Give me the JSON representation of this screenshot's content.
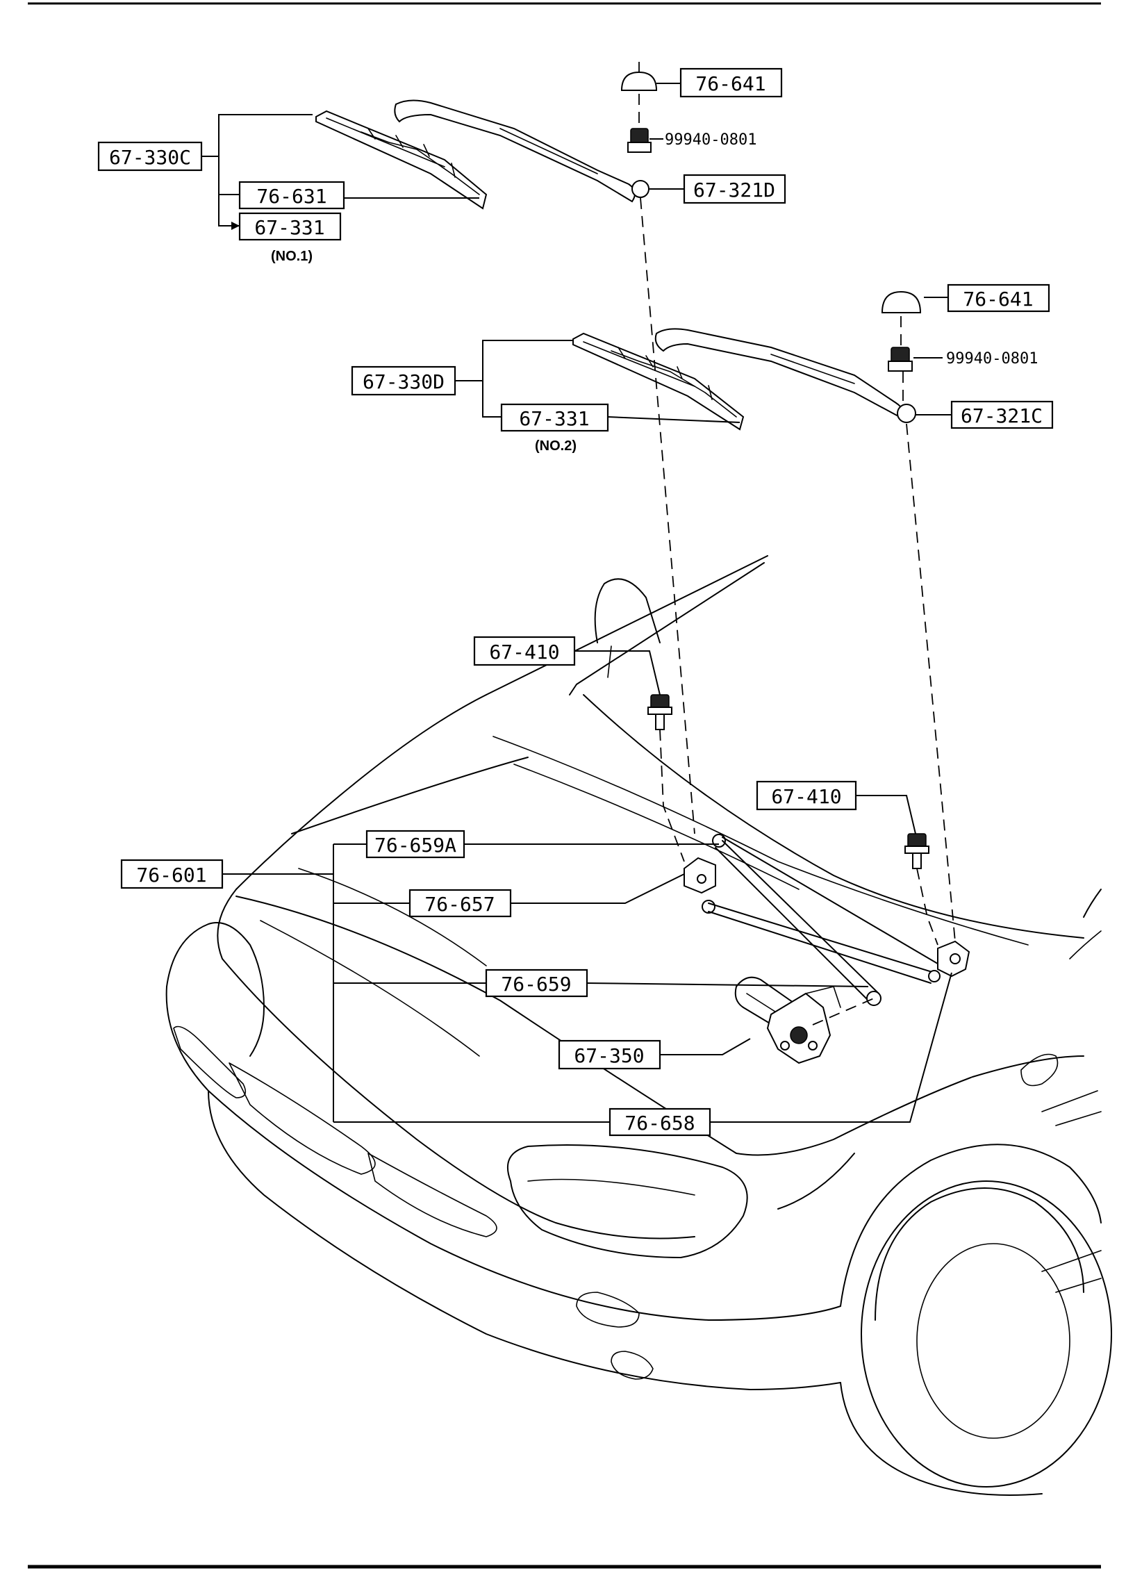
{
  "labels": {
    "cap_1": "76-641",
    "nut_1": "99940-0801",
    "arm_1": "67-321D",
    "blade_set_1": "67-330C",
    "blade_1": "76-631",
    "rubber_1": "67-331",
    "note_1": "(NO.1)",
    "cap_2": "76-641",
    "nut_2": "99940-0801",
    "arm_2": "67-321C",
    "blade_set_2": "67-330D",
    "rubber_2": "67-331",
    "note_2": "(NO.2)",
    "bolt_1": "67-410",
    "bolt_2": "67-410",
    "linkage_assy": "76-601",
    "link_a": "76-659A",
    "pivot": "76-657",
    "link_b": "76-659",
    "motor": "67-350",
    "pivot_b": "76-658"
  }
}
